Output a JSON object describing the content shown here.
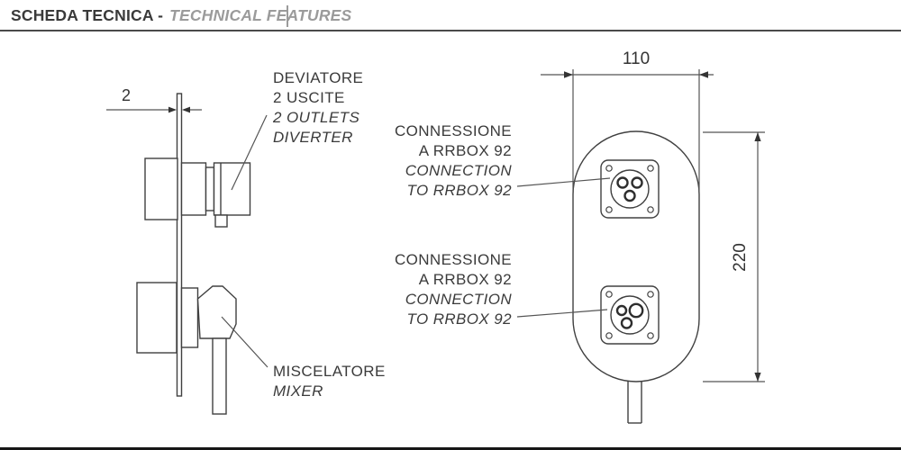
{
  "header": {
    "title_primary": "SCHEDA TECNICA -",
    "title_secondary": "TECHNICAL FEATURES"
  },
  "side_view": {
    "thickness_dim": "2",
    "diverter_label": [
      "DEVIATORE",
      "2 USCITE",
      "2 OUTLETS",
      "DIVERTER"
    ],
    "mixer_label": [
      "MISCELATORE",
      "MIXER"
    ]
  },
  "front_view": {
    "width_dim": "110",
    "height_dim": "220",
    "connection_top_label": [
      "CONNESSIONE",
      "A RRBOX 92",
      "CONNECTION",
      "TO RRBOX 92"
    ],
    "connection_bottom_label": [
      "CONNESSIONE",
      "A RRBOX 92",
      "CONNECTION",
      "TO RRBOX 92"
    ]
  },
  "colors": {
    "line": "#404040",
    "text": "#3b3b3b",
    "dim_text": "#333333",
    "header_primary": "#3a3a3a",
    "header_secondary": "#9b9b9b"
  }
}
